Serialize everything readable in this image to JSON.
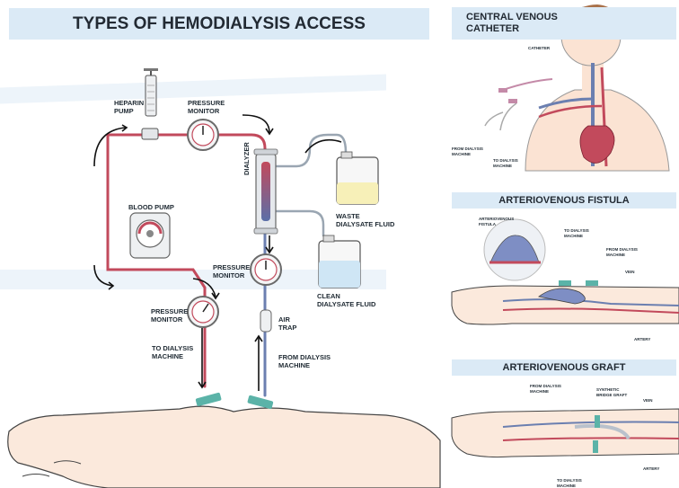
{
  "main": {
    "title": "TYPES OF HEMODIALYSIS ACCESS",
    "labels": {
      "heparin_pump": [
        "HEPARIN",
        "PUMP"
      ],
      "pressure_monitor_top": [
        "PRESSURE",
        "MONITOR"
      ],
      "dialyzer": "DIALYZER",
      "waste_fluid": [
        "WASTE",
        "DIALYSATE FLUID"
      ],
      "blood_pump": "BLOOD PUMP",
      "pressure_monitor_right": [
        "PRESSURE",
        "MONITOR"
      ],
      "pressure_monitor_left": [
        "PRESSURE",
        "MONITOR"
      ],
      "clean_fluid": [
        "CLEAN",
        "DIALYSATE FLUID"
      ],
      "air_trap": [
        "AIR",
        "TRAP"
      ],
      "to_machine": [
        "TO DIALYSIS",
        "MACHINE"
      ],
      "from_machine": [
        "FROM DIALYSIS",
        "MACHINE"
      ]
    }
  },
  "cvc": {
    "title": [
      "CENTRAL VENOUS",
      "CATHETER"
    ],
    "catheter": "CATHETER",
    "from_machine": [
      "FROM DIALYSIS",
      "MACHINE"
    ],
    "to_machine": [
      "TO DIALYSIS",
      "MACHINE"
    ]
  },
  "avf": {
    "title": "ARTERIOVENOUS FISTULA",
    "fistula": [
      "ARTERIOVENOUS",
      "FISTULA"
    ],
    "to_machine": [
      "TO DIALYSIS",
      "MACHINE"
    ],
    "from_machine": [
      "FROM DIALYSIS",
      "MACHINE"
    ],
    "vein": "VEIN",
    "artery": "ARTERY"
  },
  "avg": {
    "title": "ARTERIOVENOUS GRAFT",
    "from_machine": [
      "FROM DIALYSIS",
      "MACHINE"
    ],
    "graft": [
      "SYNTHETIC",
      "BRIDGE GRAFT"
    ],
    "vein": "VEIN",
    "artery": "ARTERY",
    "to_machine": [
      "TO DIALYSIS",
      "MACHINE"
    ]
  },
  "colors": {
    "banner": "#dbeaf6",
    "blood_red": "#c24a5c",
    "blood_blue": "#5b6fa8",
    "skin": "#fbe9dc",
    "teal_needle": "#5bb3a8",
    "dark_outline": "#2b2b2b"
  }
}
